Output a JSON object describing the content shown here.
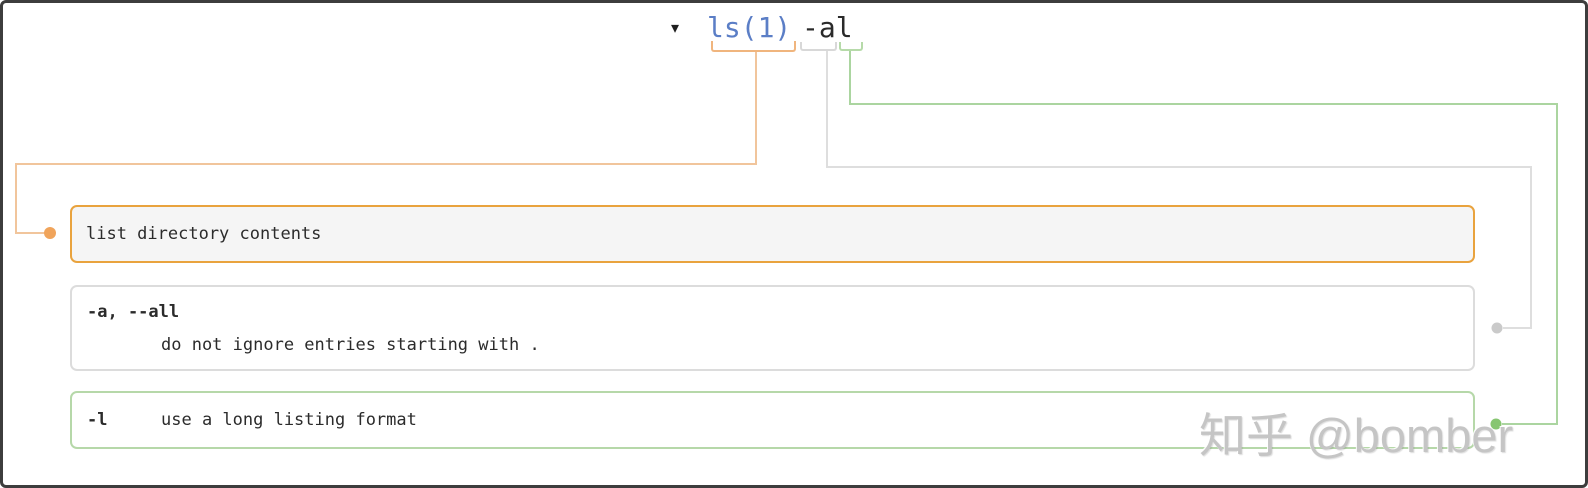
{
  "command": {
    "caret": "▾",
    "program": "ls(1)",
    "arguments": "-al"
  },
  "explanations": [
    {
      "id": "ls",
      "text": "list directory contents"
    },
    {
      "id": "option-a",
      "option": "-a, --all",
      "description": "do not ignore entries starting with ."
    },
    {
      "id": "option-l",
      "option": "-l",
      "description": "use a long listing format"
    }
  ],
  "watermark": {
    "text": "知乎 @bomber"
  },
  "colors": {
    "link_blue": "#5b7ec6",
    "orange_border": "#e9a33e",
    "orange_line": "#f1c59c",
    "orange_dot": "#f0a45b",
    "orange_bracket": "#f0b57e",
    "gray_border": "#dcdcdc",
    "gray_line": "#dedede",
    "gray_dot": "#cacaca",
    "gray_bracket": "#d8d8d8",
    "green_border": "#b6d8a9",
    "green_line": "#abd5a0",
    "green_dot": "#87c671",
    "green_bracket": "#b6daa9"
  }
}
